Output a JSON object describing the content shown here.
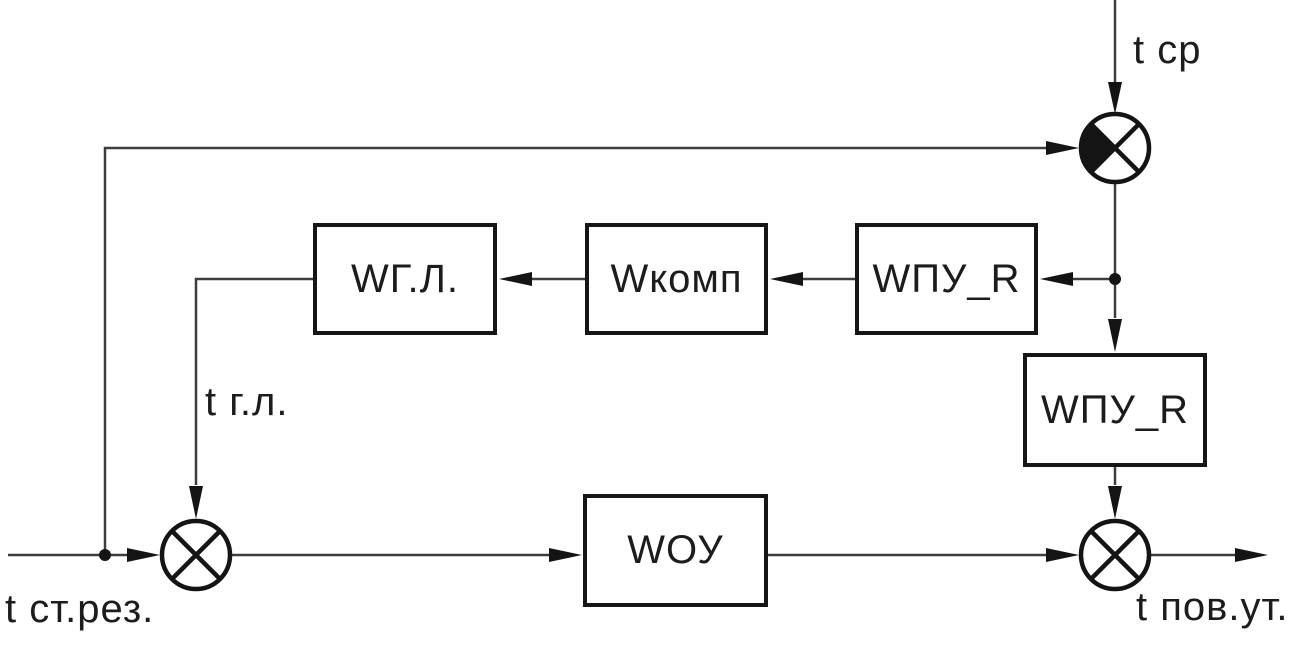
{
  "blocks": {
    "wgl": "WГ.Л.",
    "wkomp": "Wкомп",
    "wpur_top": "WПУ_R",
    "wpur_right": "WПУ_R",
    "wou": "WОУ"
  },
  "signals": {
    "t_sr": "t ср",
    "t_gl": "t г.л.",
    "t_st_rez": "t ст.рез.",
    "t_pov_ut": "t пов.ут."
  },
  "junctions": {
    "top": "multiplier-junction-filled-left-quadrant",
    "bottom_left": "multiplier-junction",
    "bottom_right": "multiplier-junction"
  },
  "colors": {
    "line": "#3d3d3d",
    "shape": "#141414",
    "background": "#ffffff"
  }
}
